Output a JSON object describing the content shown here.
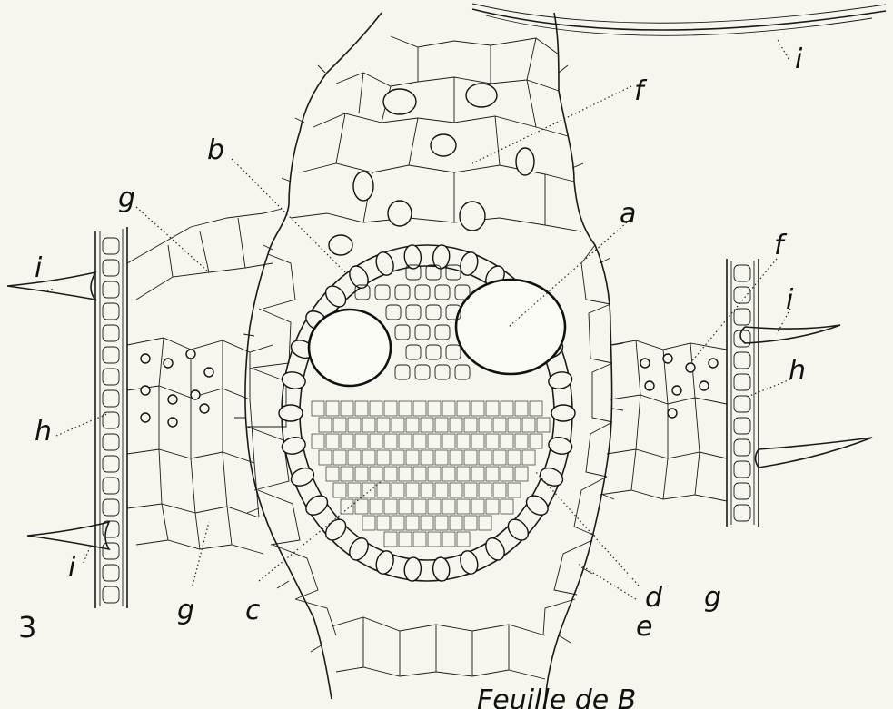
{
  "figure": {
    "number": "3",
    "caption": "Feuille de B",
    "labels": {
      "a": "a",
      "b": "b",
      "c": "c",
      "d": "d",
      "e": "e",
      "f": "f",
      "g": "g",
      "h": "h",
      "i": "i"
    }
  },
  "colors": {
    "paper": "#f6f6ef",
    "ink": "#111111"
  }
}
